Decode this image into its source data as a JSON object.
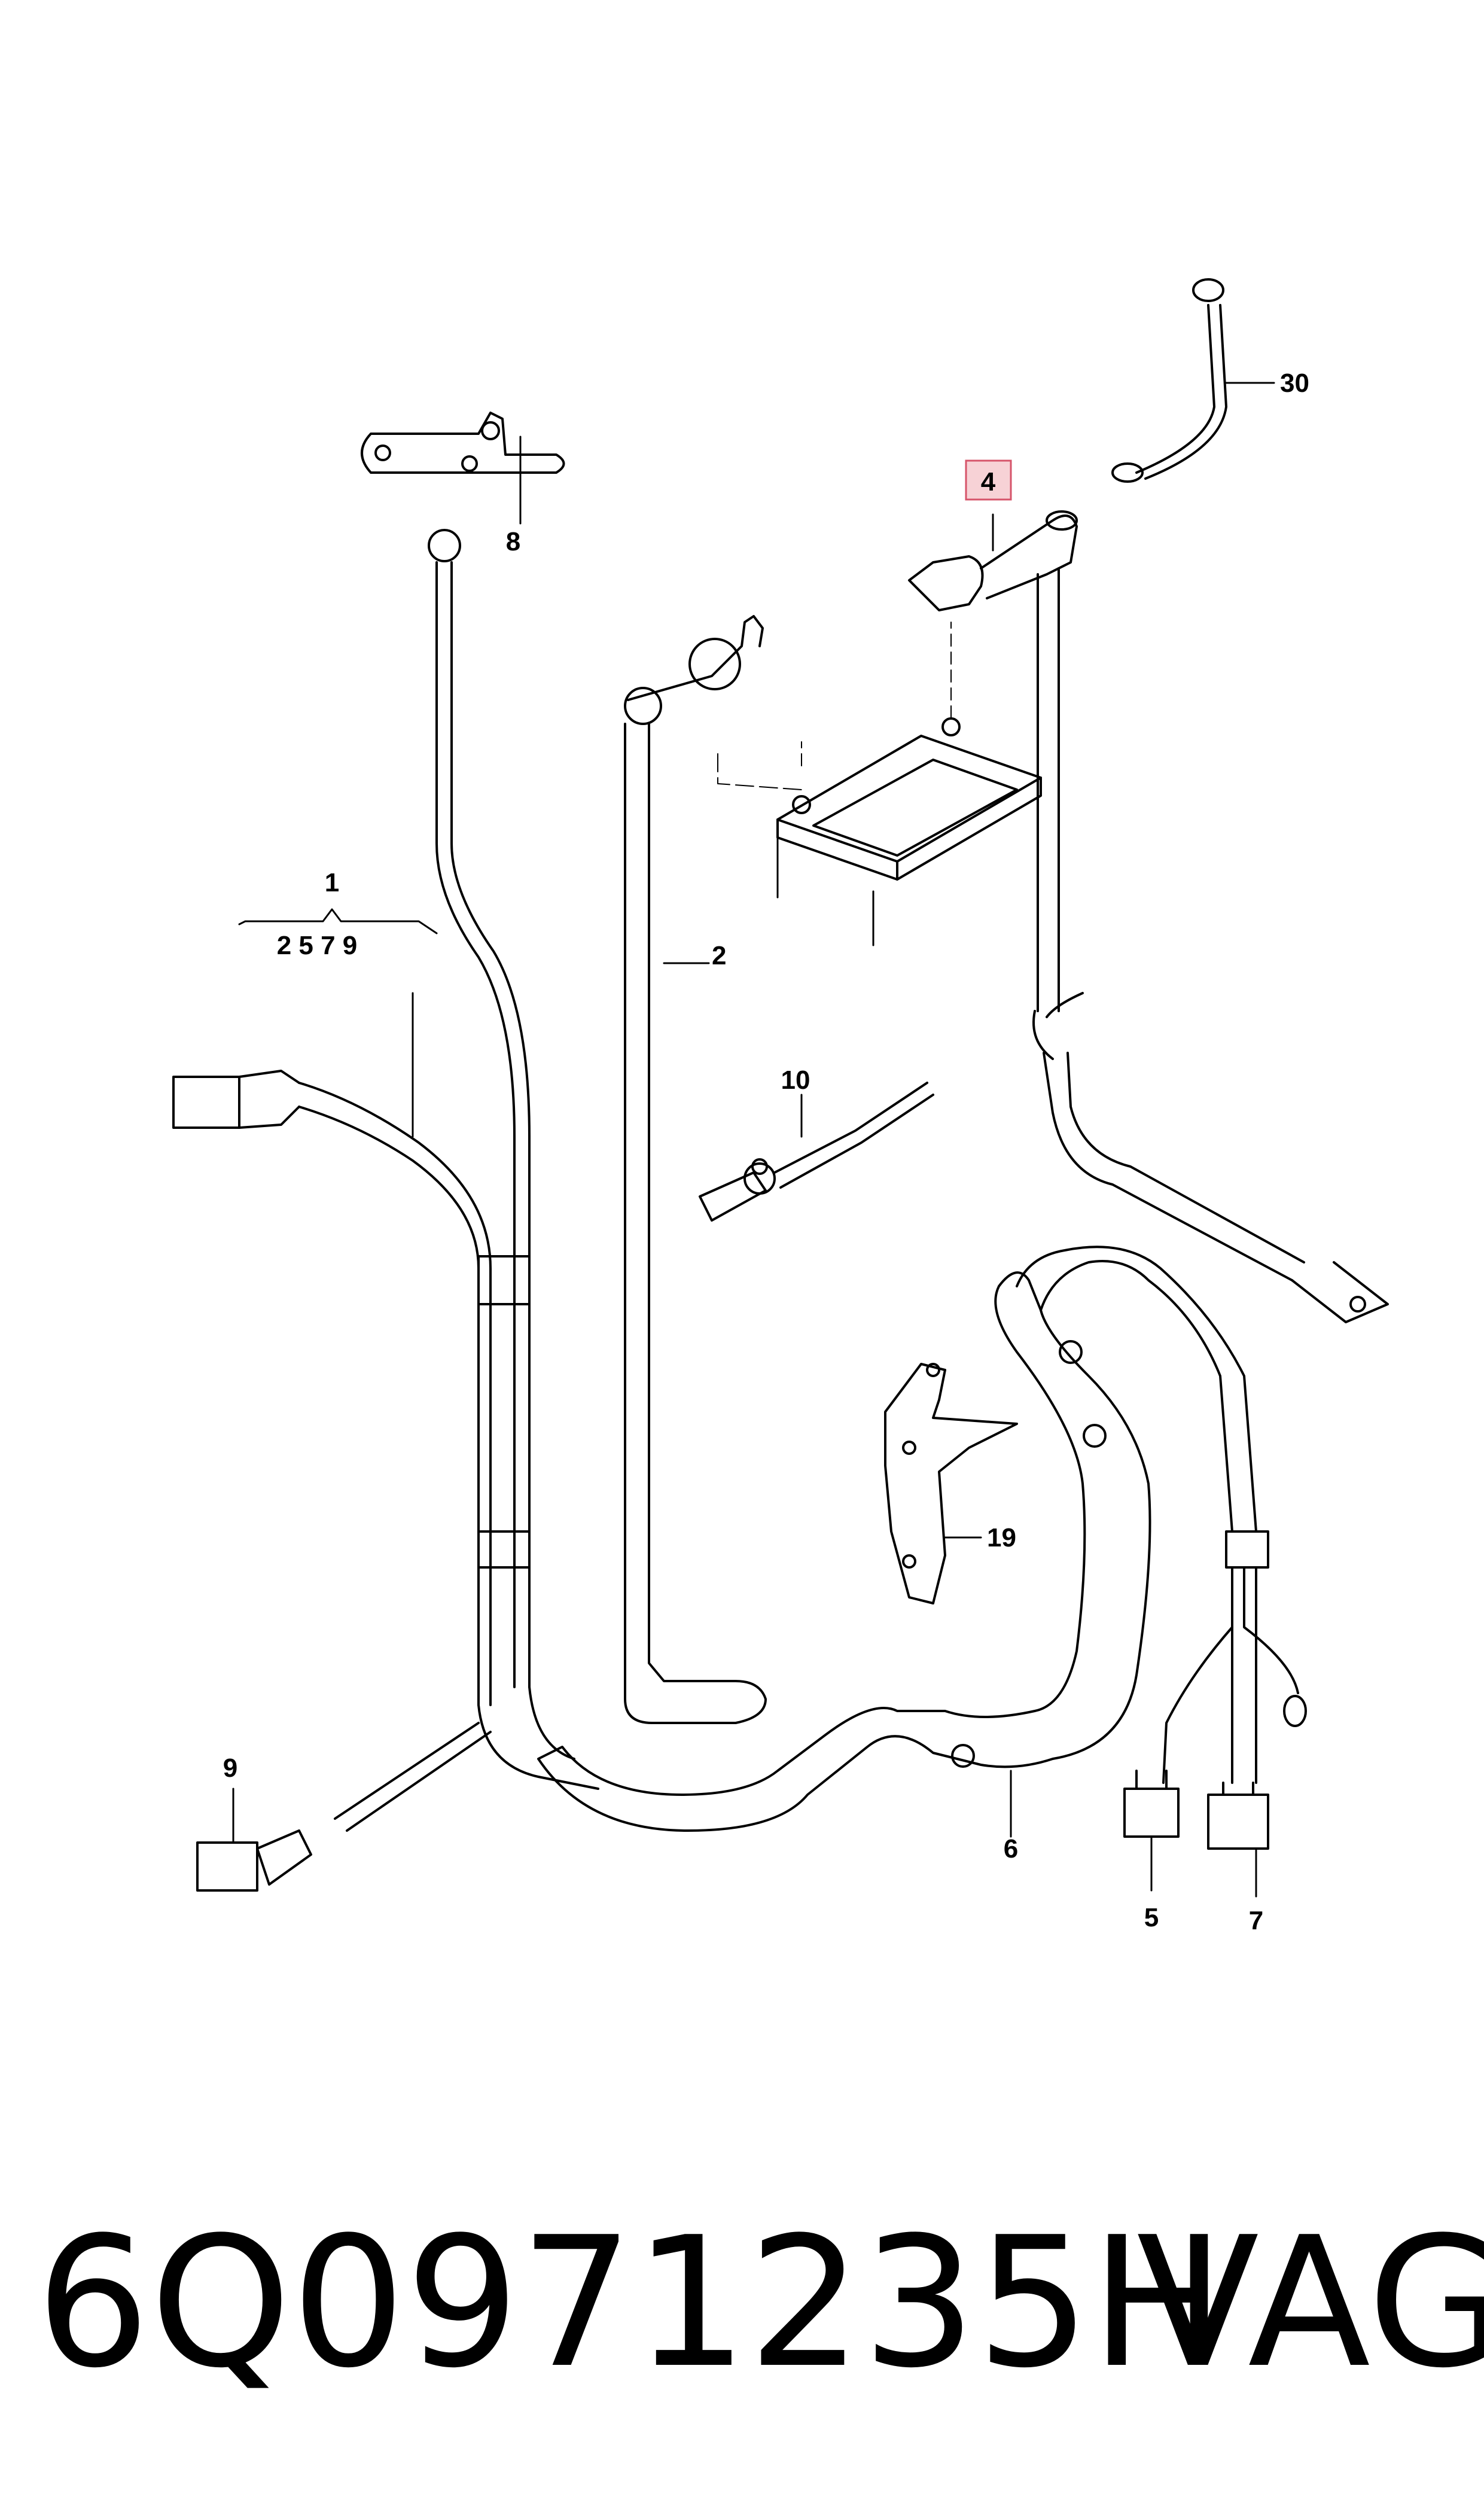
{
  "callouts": {
    "c1": "1",
    "c1_sub": "2 5 7 9",
    "c2": "2",
    "c4": "4",
    "c5": "5",
    "c6": "6",
    "c7": "7",
    "c8": "8",
    "c9": "9",
    "c10": "10",
    "c19": "19",
    "c30": "30"
  },
  "colors": {
    "line": "#000000",
    "highlight_fill": "#f7d2d6",
    "highlight_border": "#d6546a"
  },
  "footer": {
    "part_number": "6Q0971235H",
    "manufacturer": "VAG"
  }
}
